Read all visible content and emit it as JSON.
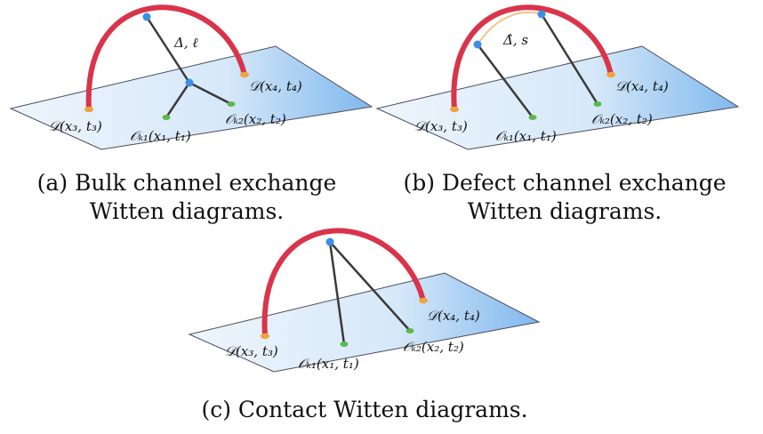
{
  "colors": {
    "plane_light": "#eef5fc",
    "plane_dark": "#7fb8ee",
    "plane_edge": "#4a4a5a",
    "defect_line": "#d9344b",
    "defect_line_inner": "#f6c089",
    "bulk_line": "#3a3a3a",
    "bulk_vertex": "#3b8fe6",
    "defect_endpoint": "#f0a23c",
    "bulk_endpoint": "#5db84a"
  },
  "labels": {
    "d3": "𝒟(x₃, t₃)",
    "d4": "𝒟(x₄, t₄)",
    "o1": "𝒪ₖ₁(x₁, t₁)",
    "o2": "𝒪ₖ₂(x₂, t₂)",
    "bulk_exchange": "Δ, ℓ",
    "defect_exchange": "Δ̂, s"
  },
  "captions": {
    "a": "(a) Bulk channel exchange\nWitten diagrams.",
    "b": "(b) Defect channel exchange\nWitten diagrams.",
    "c": "(c) Contact Witten diagrams."
  }
}
